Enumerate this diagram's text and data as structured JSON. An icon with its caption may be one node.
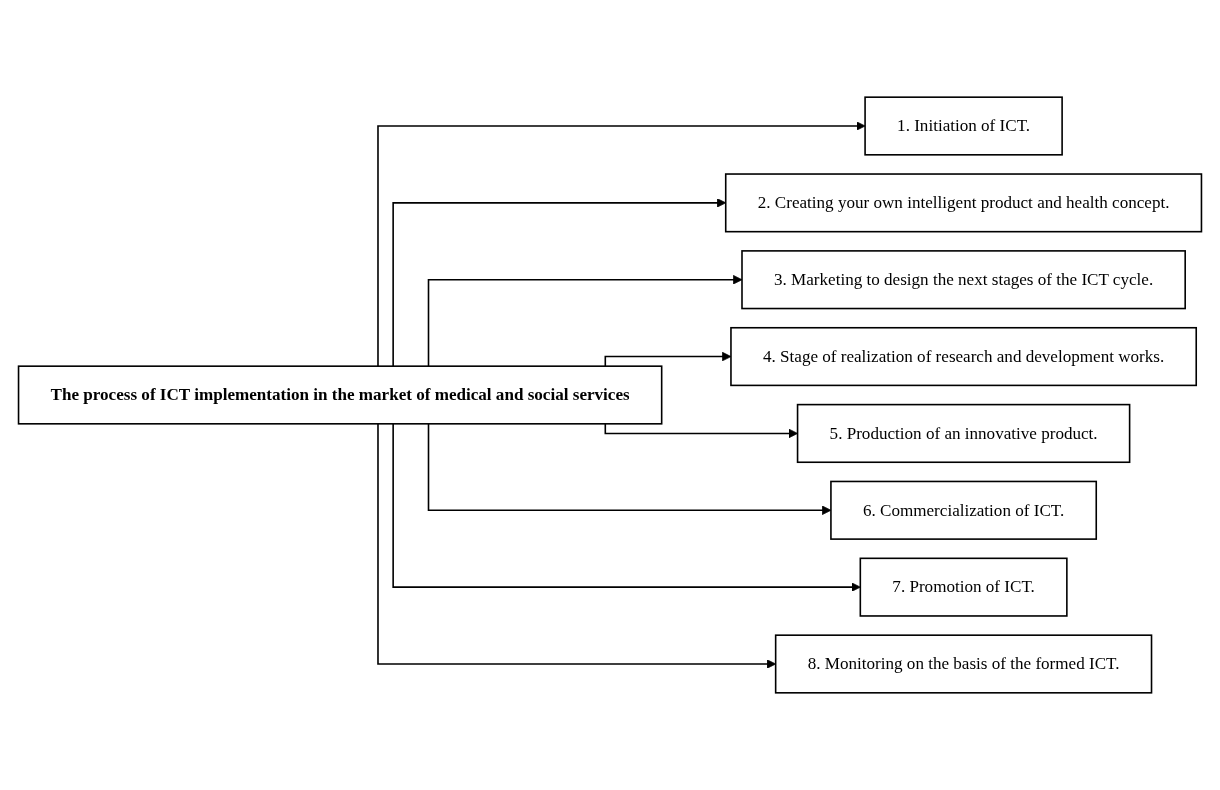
{
  "diagram": {
    "nodes": [
      {
        "text": [
          "The process of ICT implementation in the market of medical and social services"
        ]
      },
      {
        "text": [
          "1. Initiation of ICT."
        ]
      },
      {
        "text": [
          "2. Creating your own intelligent product and health concept."
        ]
      },
      {
        "text": [
          "3. Marketing to design the next stages of the ICT cycle."
        ]
      },
      {
        "text": [
          "4. Stage of realization of research and development works."
        ]
      },
      {
        "text": [
          "5. Production of an innovative product."
        ]
      },
      {
        "text": [
          "6. Commercialization of ICT."
        ]
      },
      {
        "text": [
          "7. Promotion of ICT."
        ]
      },
      {
        "text": [
          "8. Monitoring on the basis of the formed ICT."
        ]
      }
    ],
    "edges": [
      {
        "from": 0,
        "to": 1,
        "arrow": "to"
      },
      {
        "from": 0,
        "to": 2,
        "arrow": "to"
      },
      {
        "from": 0,
        "to": 3,
        "arrow": "to"
      },
      {
        "from": 0,
        "to": 4,
        "arrow": "to"
      },
      {
        "from": 0,
        "to": 5,
        "arrow": "to"
      },
      {
        "from": 0,
        "to": 6,
        "arrow": "to"
      },
      {
        "from": 0,
        "to": 7,
        "arrow": "to"
      },
      {
        "from": 0,
        "to": 8,
        "arrow": "to"
      }
    ]
  }
}
